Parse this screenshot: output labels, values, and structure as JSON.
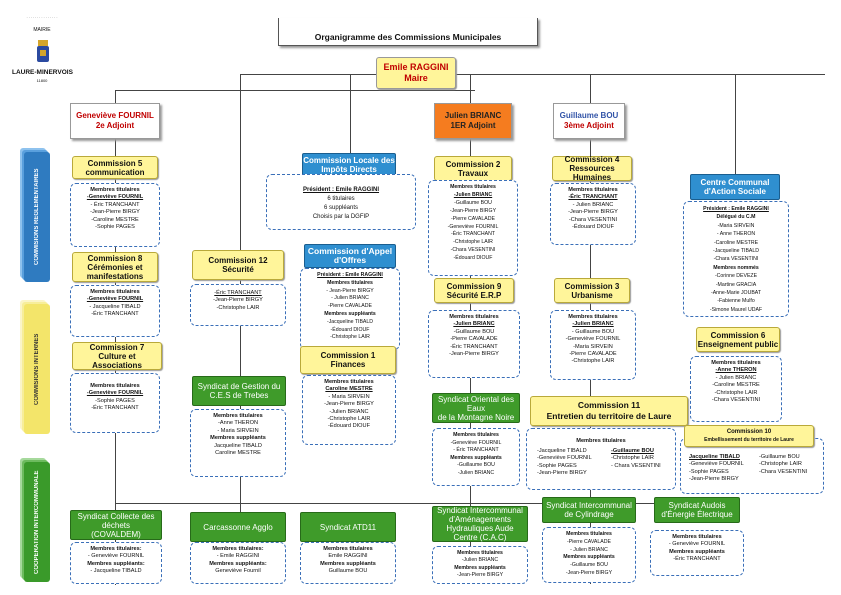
{
  "header": {
    "title": "Organigramme des Commissions Municipales"
  },
  "logo": {
    "top": "MAIRIE",
    "name": "LAURE-MINERVOIS",
    "code": "11800"
  },
  "maire": {
    "name": "Emile RAGGINI",
    "role": "Maire"
  },
  "adjoints": [
    {
      "name": "Geneviève FOURNIL",
      "role": "2e Adjoint"
    },
    {
      "name": "Julien BRIANC",
      "role": "1ER Adjoint"
    },
    {
      "name": "Guillaume BOU",
      "role": "3ème Adjoint"
    }
  ],
  "side_tabs": [
    "COMMISIONS REGLEMENTAIRES",
    "COMMISIONS INTERNES",
    "COOPERATION INTERCOMMUNALE"
  ],
  "commissions": {
    "c5": {
      "title": [
        "Commission 5",
        "communication"
      ],
      "members": [
        "Membres titulaires",
        "-Geneviève FOURNIL",
        "- Éric TRANCHANT",
        "-Jean-Pierre BIRGY",
        "-Caroline MESTRE",
        "-Sophie PAGES"
      ]
    },
    "c8": {
      "title": [
        "Commission 8",
        "Cérémonies et",
        "manifestations"
      ],
      "members": [
        "Membres titulaires",
        "-Geneviève FOURNIL",
        "- Jacqueline TIBALD",
        "-Éric TRANCHANT"
      ]
    },
    "c7": {
      "title": [
        "Commission 7",
        "Culture et Associations"
      ],
      "members": [
        "Membres titulaires",
        "-Geneviève FOURNIL",
        "-Sophie PAGES",
        "-Éric TRANCHANT"
      ]
    },
    "c12": {
      "title": [
        "Commission 12",
        "Sécurité"
      ],
      "members": [
        "-Éric TRANCHANT",
        "-Jean-Pierre BIRGY",
        "-Christophe LAIR"
      ]
    },
    "cl": {
      "title": [
        "Commission Locale des",
        "Impôts Directs"
      ],
      "members": [
        "Président : Emile RAGGINI",
        "6 titulaires",
        "6 suppléants",
        "Choisis par la DGFIP"
      ]
    },
    "cao": {
      "title": [
        "Commission d'Appel",
        "d'Offres"
      ],
      "members": [
        "Président : Emile RAGGINI",
        "Membres titulaires",
        "- Jean-Pierre BIRGY",
        "- Julien BRIANC",
        "-Pierre CAVALADE",
        "Membres suppléants",
        "-Jacqueline TIBALD",
        "-Édouard DIOUF",
        "-Christophe LAIR"
      ]
    },
    "c1": {
      "title": [
        "Commission 1",
        "Finances"
      ],
      "members": [
        "Membres titulaires",
        "Caroline MESTRE",
        "- Maria SIRVEIN",
        "-Jean-Pierre BIRGY",
        "-Julien BRIANC",
        "-Christophe LAIR",
        "-Édouard DIOUF"
      ]
    },
    "c2": {
      "title": [
        "Commission 2",
        "Travaux"
      ],
      "members": [
        "Membres titulaires",
        "-Julien BRIANC",
        "-Guillaume BOU",
        "-Jean-Pierre BIRGY",
        "-Pierre CAVALADE",
        "-Geneviève FOURNIL",
        "-Éric TRANCHANT",
        "-Christophe LAIR",
        "-Chara VESENTINI",
        "-Édouard DIOUF"
      ]
    },
    "c9": {
      "title": [
        "Commission 9",
        "Sécurité E.R.P"
      ],
      "members": [
        "Membres titulaires",
        "-Julien BRIANC",
        "-Guillaume BOU",
        "-Pierre CAVALADE",
        "-Éric TRANCHANT",
        "-Jean-Pierre BIRGY"
      ]
    },
    "c4": {
      "title": [
        "Commission 4",
        "Ressources Humaines"
      ],
      "members": [
        "Membres titulaires",
        "-Éric TRANCHANT",
        "- Julien BRIANC",
        "-Jean-Pierre BIRGY",
        "-Chara VESENTINI",
        "-Édouard DIOUF"
      ]
    },
    "c3": {
      "title": [
        "Commission 3",
        "Urbanisme"
      ],
      "members": [
        "Membres titulaires",
        "-Julien BRIANC",
        "- Guillaume BOU",
        "-Geneviève FOURNIL",
        "-Maria SIRVEIN",
        "-Pierre CAVALADE",
        "-Christophe LAIR"
      ]
    },
    "c11": {
      "title": [
        "Commission 11",
        "Entretien du territoire de Laure"
      ],
      "members_left": [
        "-Jacqueline TIBALD",
        "-Geneviève FOURNIL",
        "-Sophie PAGES",
        "-Jean-Pierre BIRGY"
      ],
      "members_right": [
        "-Guillaume BOU",
        "-Christophe LAIR",
        "- Chara VESENTINI"
      ],
      "header": "Membres titulaires"
    },
    "ccas": {
      "title": [
        "Centre Communal",
        "d'Action Sociale"
      ],
      "members": [
        "Président : Emile RAGGINI",
        "Délégué du C.M",
        "-Maria SIRVEIN",
        "- Anne THERON",
        "-Caroline MESTRE",
        "-Jacqueline TIBALD",
        "-Chara VESENTINI",
        "Membres nommés",
        "-Corinne DEVEZE",
        "-Martine GRACIA",
        "-Anne-Marie JOUBAT",
        "-Fabienne Mulfo",
        "-Simone Maurel UDAF"
      ]
    },
    "c6": {
      "title": [
        "Commission 6",
        "Enseignement public"
      ],
      "members": [
        "Membres titulaires",
        "-Anne THERON",
        "- Julien BRIANC",
        "-Caroline MESTRE",
        "-Christophe LAIR",
        "-Chara VESENTINI"
      ]
    },
    "c10": {
      "title": [
        "Commission 10",
        "Embellissement du territoire de Laure"
      ],
      "members_left": [
        "Jacqueline TIBALD",
        "-Geneviève FOURNIL",
        "-Sophie PAGES",
        "-Jean-Pierre BIRGY"
      ],
      "members_right": [
        "-Guillaume BOU",
        "-Christophe LAIR",
        "-Chara VESENTINI"
      ]
    }
  },
  "syndicats": {
    "ces": {
      "title": [
        "Syndicat de Gestion du",
        "C.E.S de Trebes"
      ],
      "members": [
        "Membres titulaires",
        "-Anne THERON",
        "- Maria SIRVEIN",
        "Membres suppléants",
        "Jacqueline TIBALD",
        "Caroline MESTRE"
      ]
    },
    "montagne": {
      "title": [
        "Syndicat Oriental des",
        "Eaux",
        "de la Montagne Noire"
      ],
      "members": [
        "Membres titulaires",
        "-Geneviève FOURNIL",
        "- Éric TRANCHANT",
        "Membres suppléants",
        "-Guillaume BOU",
        "-Julien BRIANC"
      ]
    },
    "covaldem": {
      "title": [
        "Syndicat Collecte des",
        "déchets",
        "(COVALDEM)"
      ],
      "members": [
        "Membres titulaires:",
        "- Geneviève FOURNIL",
        "Membres suppléants:",
        "- Jacqueline TIBALD"
      ]
    },
    "agglo": {
      "title": [
        "Carcassonne Agglo"
      ],
      "members": [
        "Membres titulaires:",
        "- Emile RAGGINI",
        "Membres suppléants:",
        "Geneviève Fournil"
      ]
    },
    "atd": {
      "title": [
        "Syndicat ATD11"
      ],
      "members": [
        "Membres titulaires",
        "Emile RAGGINI",
        "Membres suppléants",
        "Guillaume BOU"
      ]
    },
    "cac": {
      "title": [
        "Syndicat Intercommunal",
        "d'Aménagements",
        "Hydrauliques Aude",
        "Centre (C.A.C)"
      ],
      "members": [
        "Membres titulaires",
        "-Julien BRIANC",
        "Membres suppléants",
        "-Jean-Pierre BIRGY"
      ]
    },
    "cylindrage": {
      "title": [
        "Syndicat Intercommunal",
        "de Cylindrage"
      ],
      "members": [
        "Membres titulaires",
        "-Pierre CAVALADE",
        "- Julien BRIANC",
        "Membres suppléants",
        "-Guillaume BOU",
        "-Jean-Pierre BIRGY"
      ]
    },
    "audois": {
      "title": [
        "Syndicat Audois",
        "d'Énergie Électrique"
      ],
      "members": [
        "Membres titulaires",
        "- Geneviève FOURNIL",
        "Membres suppléants",
        "-Éric TRANCHANT"
      ]
    }
  }
}
